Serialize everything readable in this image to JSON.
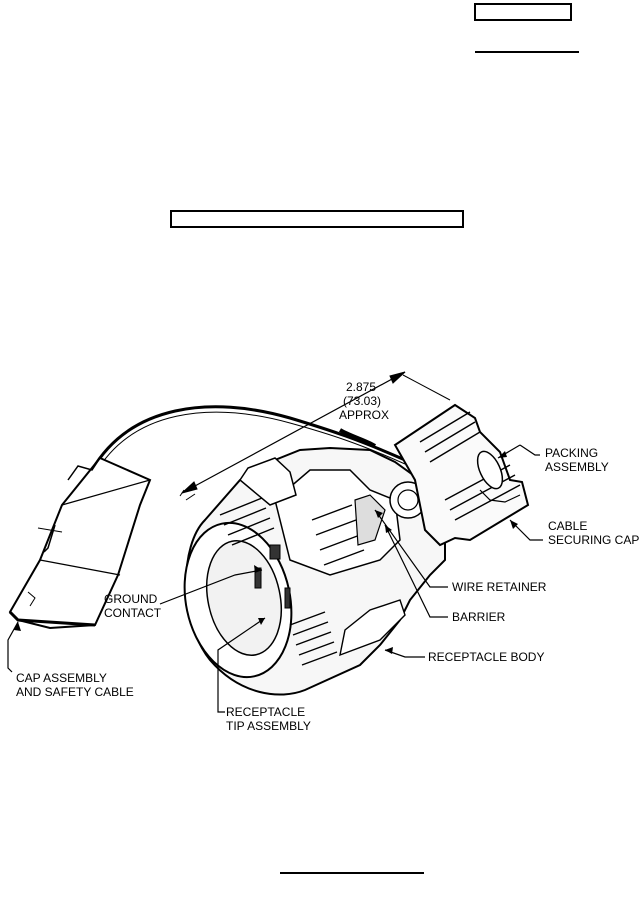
{
  "figure": {
    "dimension": {
      "inches": "2.875",
      "millimeters": "(73.03)",
      "qualifier": "APPROX"
    },
    "callouts": {
      "packing_assembly": [
        "PACKING",
        "ASSEMBLY"
      ],
      "cable_securing_cap": [
        "CABLE",
        "SECURING CAP"
      ],
      "wire_retainer": [
        "WIRE RETAINER"
      ],
      "barrier": [
        "BARRIER"
      ],
      "receptacle_body": [
        "RECEPTACLE BODY"
      ],
      "ground_contact": [
        "GROUND",
        "CONTACT"
      ],
      "cap_assembly": [
        "CAP ASSEMBLY",
        "AND SAFETY CABLE"
      ],
      "receptacle_tip": [
        "RECEPTACLE",
        "TIP ASSEMBLY"
      ]
    }
  }
}
